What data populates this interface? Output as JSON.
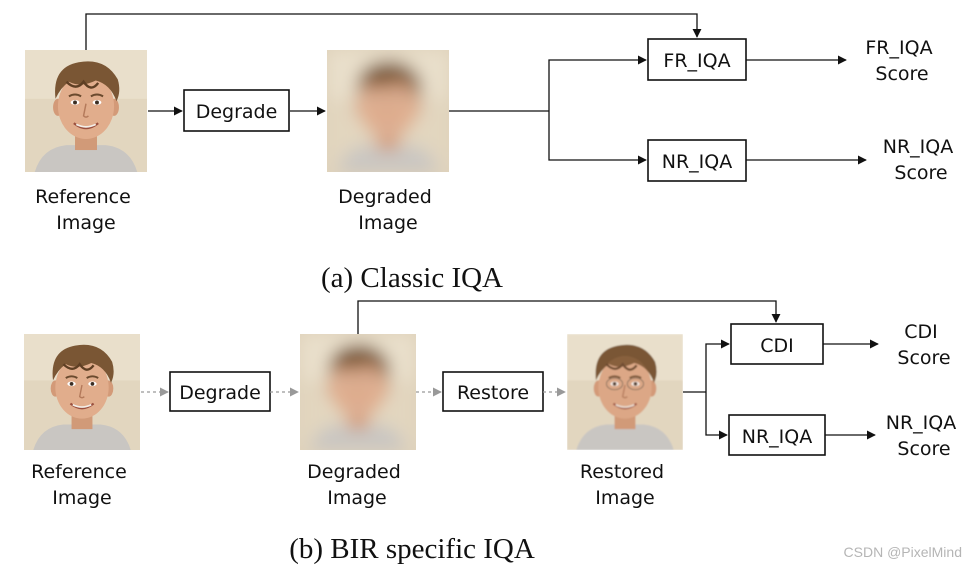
{
  "classic": {
    "reference_label": [
      "Reference",
      "Image"
    ],
    "degrade_box": "Degrade",
    "degraded_label": [
      "Degraded",
      "Image"
    ],
    "fr_box": "FR_IQA",
    "nr_box": "NR_IQA",
    "fr_score": [
      "FR_IQA",
      "Score"
    ],
    "nr_score": [
      "NR_IQA",
      "Score"
    ],
    "caption": "(a) Classic IQA"
  },
  "bir": {
    "reference_label": [
      "Reference",
      "Image"
    ],
    "degrade_box": "Degrade",
    "degraded_label": [
      "Degraded",
      "Image"
    ],
    "restore_box": "Restore",
    "restored_label": [
      "Restored",
      "Image"
    ],
    "cdi_box": "CDI",
    "nr_box": "NR_IQA",
    "cdi_score": [
      "CDI",
      "Score"
    ],
    "nr_score": [
      "NR_IQA",
      "Score"
    ],
    "caption": "(b) BIR specific IQA"
  },
  "watermark": "CSDN @PixelMind",
  "colors": {
    "line": "#111111",
    "dashed_line": "#999999",
    "photo_background": "#e2d6bf"
  }
}
